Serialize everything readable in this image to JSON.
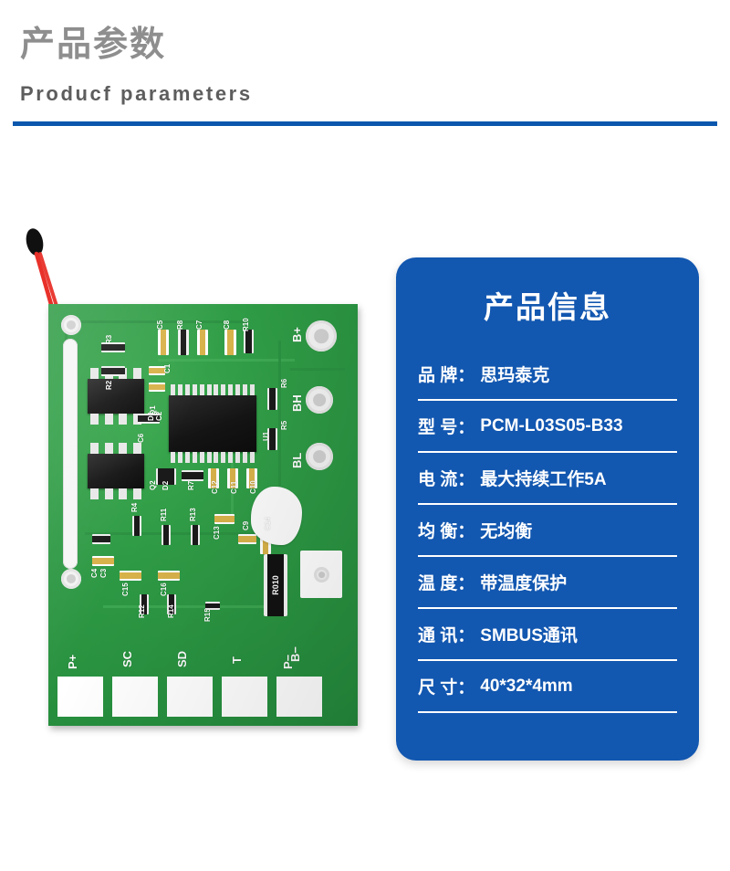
{
  "header": {
    "title_cn": "产品参数",
    "title_en": "Producf parameters",
    "rule_color": "#0b57ad",
    "title_color": "#8e8e8e",
    "subtitle_color": "#5d5d5d"
  },
  "card": {
    "title": "产品信息",
    "bg_color": "#1257b0",
    "text_color": "#ffffff",
    "rows": [
      {
        "label": "品 牌：",
        "value": "思玛泰克"
      },
      {
        "label": "型 号：",
        "value": "PCM-L03S05-B33"
      },
      {
        "label": "电 流：",
        "value": "最大持续工作5A"
      },
      {
        "label": "均 衡：",
        "value": "无均衡"
      },
      {
        "label": "温 度：",
        "value": "带温度保护"
      },
      {
        "label": "通 讯：",
        "value": "SMBUS通讯"
      },
      {
        "label": "尺 寸：",
        "value": "40*32*4mm"
      }
    ]
  },
  "pcb": {
    "board_color": "#2e9a45",
    "wire_color": "#e8312a",
    "thermistor": "ntc-thermistor-bead",
    "shunt_label": "R010",
    "edge_pads": [
      "P+",
      "SC",
      "SD",
      "T",
      "P−"
    ],
    "terminals": [
      "B+",
      "BH",
      "BL",
      "B−"
    ],
    "silkscreen": [
      "R3",
      "R2",
      "C5",
      "R8",
      "C7",
      "C8",
      "R10",
      "R6",
      "R5",
      "Q1",
      "Q2",
      "C6",
      "D2",
      "R7",
      "C1",
      "D1",
      "C2",
      "U1",
      "C12",
      "C11",
      "C10",
      "R4",
      "R11",
      "R13",
      "C13",
      "C9",
      "C14",
      "C15",
      "C16",
      "C4",
      "C3",
      "R12",
      "R14",
      "R15",
      "B+",
      "BH",
      "BL",
      "B−"
    ]
  }
}
